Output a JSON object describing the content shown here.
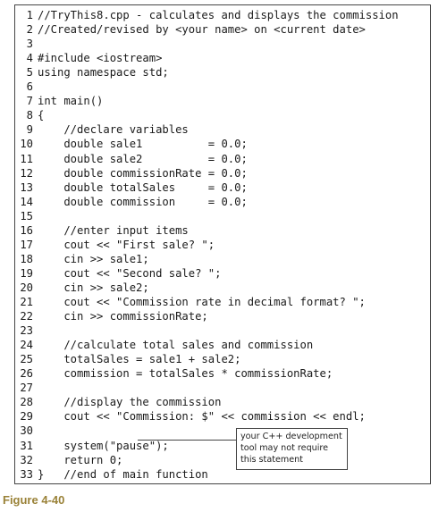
{
  "code": {
    "lines": [
      {
        "num": "1",
        "text": "//TryThis8.cpp - calculates and displays the commission"
      },
      {
        "num": "2",
        "text": "//Created/revised by <your name> on <current date>"
      },
      {
        "num": "3",
        "text": ""
      },
      {
        "num": "4",
        "text": "#include <iostream>"
      },
      {
        "num": "5",
        "text": "using namespace std;"
      },
      {
        "num": "6",
        "text": ""
      },
      {
        "num": "7",
        "text": "int main()"
      },
      {
        "num": "8",
        "text": "{"
      },
      {
        "num": "9",
        "text": "    //declare variables"
      },
      {
        "num": "10",
        "text": "    double sale1          = 0.0;"
      },
      {
        "num": "11",
        "text": "    double sale2          = 0.0;"
      },
      {
        "num": "12",
        "text": "    double commissionRate = 0.0;"
      },
      {
        "num": "13",
        "text": "    double totalSales     = 0.0;"
      },
      {
        "num": "14",
        "text": "    double commission     = 0.0;"
      },
      {
        "num": "15",
        "text": ""
      },
      {
        "num": "16",
        "text": "    //enter input items"
      },
      {
        "num": "17",
        "text": "    cout << \"First sale? \";"
      },
      {
        "num": "18",
        "text": "    cin >> sale1;"
      },
      {
        "num": "19",
        "text": "    cout << \"Second sale? \";"
      },
      {
        "num": "20",
        "text": "    cin >> sale2;"
      },
      {
        "num": "21",
        "text": "    cout << \"Commission rate in decimal format? \";"
      },
      {
        "num": "22",
        "text": "    cin >> commissionRate;"
      },
      {
        "num": "23",
        "text": ""
      },
      {
        "num": "24",
        "text": "    //calculate total sales and commission"
      },
      {
        "num": "25",
        "text": "    totalSales = sale1 + sale2;"
      },
      {
        "num": "26",
        "text": "    commission = totalSales * commissionRate;"
      },
      {
        "num": "27",
        "text": ""
      },
      {
        "num": "28",
        "text": "    //display the commission"
      },
      {
        "num": "29",
        "text": "    cout << \"Commission: $\" << commission << endl;"
      },
      {
        "num": "30",
        "text": ""
      },
      {
        "num": "31",
        "text": "    system(\"pause\");"
      },
      {
        "num": "32",
        "text": "    return 0;"
      },
      {
        "num": "33",
        "text": "}   //end of main function"
      }
    ]
  },
  "callout": {
    "lines": [
      "your C++ development",
      "tool may not require",
      "this statement"
    ]
  },
  "caption": "Figure 4-40"
}
